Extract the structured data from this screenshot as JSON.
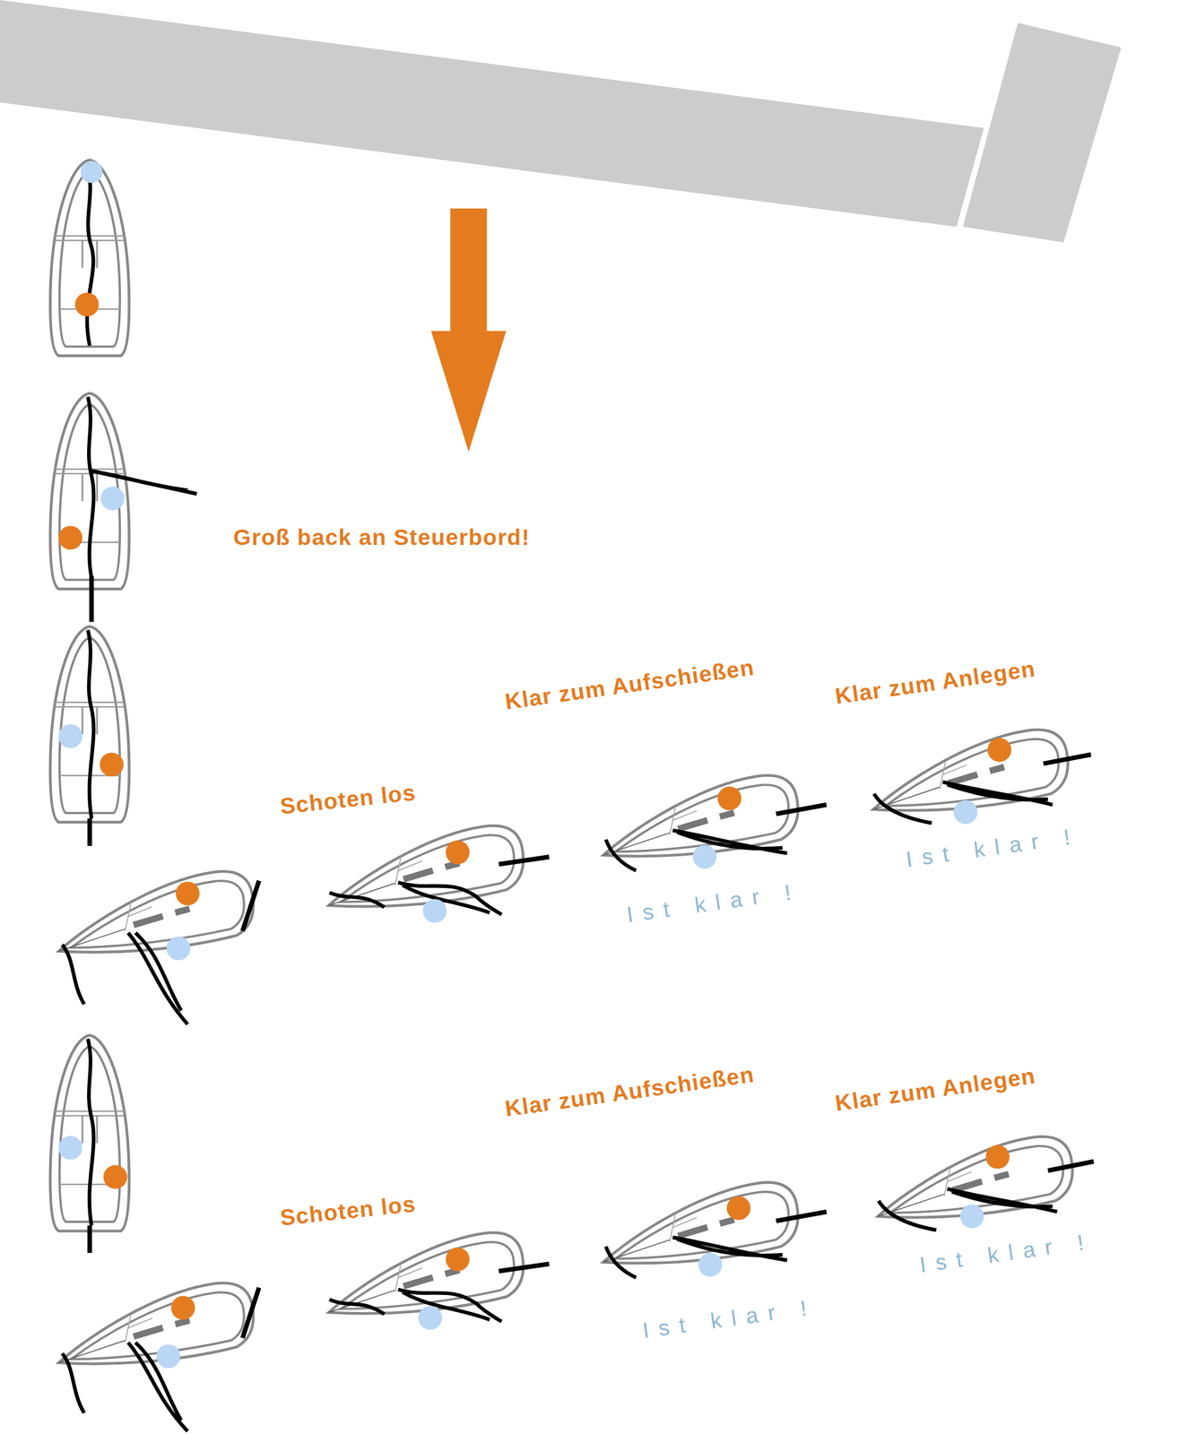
{
  "diagram": {
    "labels": [
      "Groß back an Steuerbord!",
      "Klar zum Aufschießen",
      "Klar zum Anlegen",
      "Schoten los",
      "Ist klar !",
      "Ist klar !",
      "Klar zum Aufschießen",
      "Klar zum Anlegen",
      "Schoten los",
      "Ist klar !",
      "Ist klar !"
    ]
  }
}
